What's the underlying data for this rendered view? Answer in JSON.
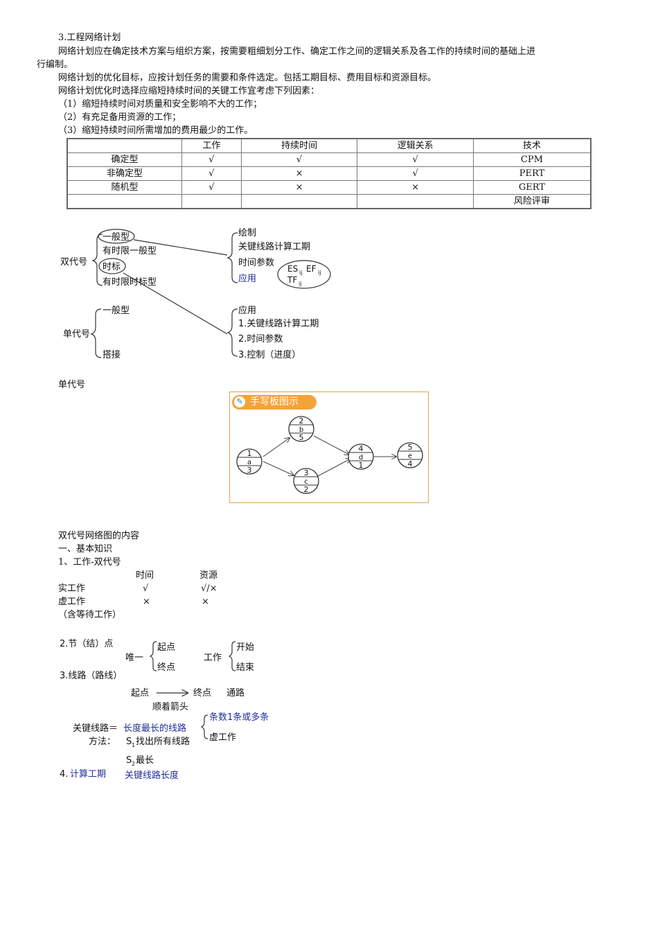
{
  "intro": {
    "heading": "3.工程网络计划",
    "p1a": "网络计划应在确定技术方案与组织方案，按需要粗细划分工作、确定工作之间的逻辑关系及各工作的持续时间的基础上进",
    "p1b": "行编制。",
    "p2": "网络计划的优化目标，应按计划任务的需要和条件选定。包括工期目标、费用目标和资源目标。",
    "p3": "网络计划优化时选择应缩短持续时间的关键工作宜考虑下列因素：",
    "items": [
      "（1）缩短持续时间对质量和安全影响不大的工作；",
      "（2）有充足备用资源的工作；",
      "（3）缩短持续时间所需增加的费用最少的工作。"
    ]
  },
  "table": {
    "headers": [
      "",
      "工作",
      "持续时间",
      "逻辑关系",
      "技术"
    ],
    "rows": [
      [
        "确定型",
        "√",
        "√",
        "√",
        "CPM"
      ],
      [
        "非确定型",
        "√",
        "×",
        "√",
        "PERT"
      ],
      [
        "随机型",
        "√",
        "×",
        "×",
        "GERT"
      ],
      [
        "",
        "",
        "",
        "",
        "风险评审"
      ]
    ]
  },
  "diagram1": {
    "root_double": "双代号",
    "double_branches": [
      "一般型",
      "有时限一般型",
      "时标",
      "有时限时标型"
    ],
    "double_apps": [
      "绘制",
      "关键线路计算工期",
      "时间参数",
      "应用"
    ],
    "params_es": "ES",
    "params_ef": "EF",
    "params_tf": "TF",
    "params_sub": "ij",
    "root_single": "单代号",
    "single_branches": [
      "一般型",
      "搭接"
    ],
    "single_apps": [
      "应用",
      "1.关键线路计算工期",
      "2.时间参数",
      "3.控制（进度）"
    ]
  },
  "single_label": "单代号",
  "handwriting": {
    "tag": "手写板图示",
    "nodes": [
      {
        "top": "1",
        "mid": "a",
        "bot": "3"
      },
      {
        "top": "2",
        "mid": "b",
        "bot": "5"
      },
      {
        "top": "3",
        "mid": "c",
        "bot": "2"
      },
      {
        "top": "4",
        "mid": "d",
        "bot": "1"
      },
      {
        "top": "5",
        "mid": "e",
        "bot": "4"
      }
    ]
  },
  "section2": {
    "title": "双代号网络图的内容",
    "sub": "一、基本知识",
    "item1": "1、工作-双代号",
    "col_time": "时间",
    "col_res": "资源",
    "real_work": "实工作",
    "real_time": "√",
    "real_res": "√/×",
    "virtual_work": "虚工作",
    "virtual_time": "×",
    "virtual_res": "×",
    "note": "（含等待工作）"
  },
  "section3": {
    "node_label": "2.节（结）点",
    "unique": "唯一",
    "start_pt": "起点",
    "end_pt": "终点",
    "work": "工作",
    "begin": "开始",
    "finish": "结束",
    "route_label": "3.线路（路线）",
    "route_start": "起点",
    "route_end": "终点",
    "route_path": "通路",
    "follow_arrow": "顺着箭头",
    "critical_a": "关键线路＝",
    "critical_b": "长度最长的线路",
    "count": "条数1条或多条",
    "virtual": "虚工作",
    "method": "方法：",
    "s1_pre": "S",
    "s1_sub": "1",
    "s1_text": "找出所有线路",
    "s2_pre": "S",
    "s2_sub": "2",
    "s2_text": "最长",
    "calc_num": "4.",
    "calc_text": "计算工期",
    "calc_ans": "关键线路长度"
  }
}
